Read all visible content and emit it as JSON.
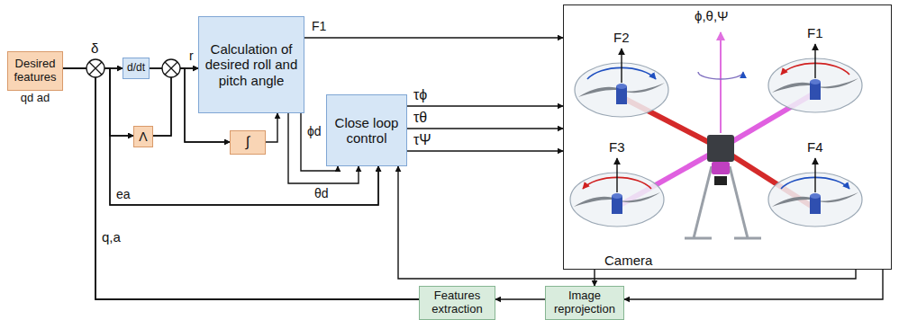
{
  "diagram": {
    "nodes": [
      {
        "text": [
          "Desired features",
          "qd ad"
        ]
      },
      {
        "text": [
          "d/dt"
        ]
      },
      {
        "text": [
          "Calculation of desired roll and pitch angle"
        ]
      },
      {
        "text": [
          "Λ"
        ]
      },
      {
        "text": [
          "∫"
        ]
      },
      {
        "text": [
          "Close loop control"
        ]
      },
      {
        "text": [
          "ϕ,θ,Ψ",
          "F2",
          "F1",
          "F3",
          "F4",
          "Camera"
        ]
      },
      {
        "text": [
          "Features extraction"
        ]
      },
      {
        "text": [
          "Image reprojection"
        ]
      }
    ],
    "edges": [
      {
        "from": 0,
        "to": 1,
        "arrow": "to"
      },
      {
        "from": 0,
        "to": 3,
        "arrow": "to"
      },
      {
        "from": 0,
        "to": 5,
        "label": "ea",
        "arrow": "to"
      },
      {
        "from": 1,
        "to": 2,
        "label": "r",
        "arrow": "to"
      },
      {
        "from": 3,
        "to": 2,
        "arrow": "to"
      },
      {
        "from": 1,
        "to": 4,
        "arrow": "to"
      },
      {
        "from": 3,
        "to": 4,
        "arrow": "to"
      },
      {
        "from": 4,
        "to": 2,
        "arrow": "to"
      },
      {
        "from": 2,
        "to": 6,
        "label": "F1",
        "arrow": "to"
      },
      {
        "from": 2,
        "to": 5,
        "label": "ϕd",
        "arrow": "to"
      },
      {
        "from": 2,
        "to": 5,
        "label": "θd",
        "arrow": "to"
      },
      {
        "from": 5,
        "to": 6,
        "label": "τϕ",
        "arrow": "to"
      },
      {
        "from": 5,
        "to": 6,
        "label": "τθ",
        "arrow": "to"
      },
      {
        "from": 5,
        "to": 6,
        "label": "τΨ",
        "arrow": "to"
      },
      {
        "from": 6,
        "to": 8,
        "arrow": "to"
      },
      {
        "from": 6,
        "to": 8,
        "arrow": "to"
      },
      {
        "from": 6,
        "to": 5,
        "arrow": "to"
      },
      {
        "from": 8,
        "to": 7,
        "arrow": "to"
      },
      {
        "from": 7,
        "to": 1,
        "arrow": "to"
      },
      {
        "from": 7,
        "to": 3,
        "arrow": "to"
      },
      {
        "from": 7,
        "to": 5,
        "arrow": "to"
      }
    ],
    "labels": [
      "δ",
      "q,a"
    ]
  }
}
